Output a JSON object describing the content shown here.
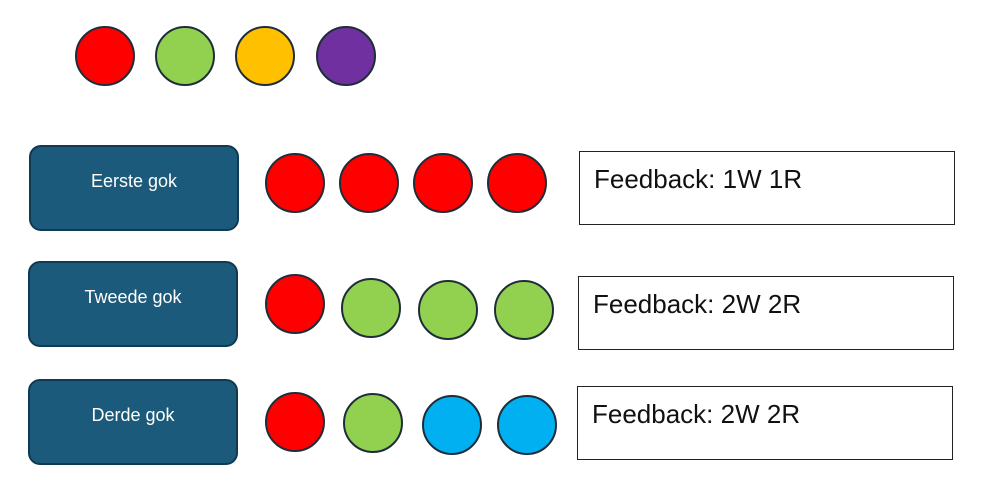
{
  "palette": [
    {
      "color": "#ff0000"
    },
    {
      "color": "#92d050"
    },
    {
      "color": "#ffc000"
    },
    {
      "color": "#7030a0"
    }
  ],
  "guesses": [
    {
      "label": "Eerste gok",
      "pegs": [
        "#ff0000",
        "#ff0000",
        "#ff0000",
        "#ff0000"
      ],
      "feedback": "Feedback: 1W 1R"
    },
    {
      "label": "Tweede gok",
      "pegs": [
        "#ff0000",
        "#92d050",
        "#92d050",
        "#92d050"
      ],
      "feedback": "Feedback: 2W 2R"
    },
    {
      "label": "Derde gok",
      "pegs": [
        "#ff0000",
        "#92d050",
        "#00b0f0",
        "#00b0f0"
      ],
      "feedback": "Feedback: 2W 2R"
    }
  ]
}
